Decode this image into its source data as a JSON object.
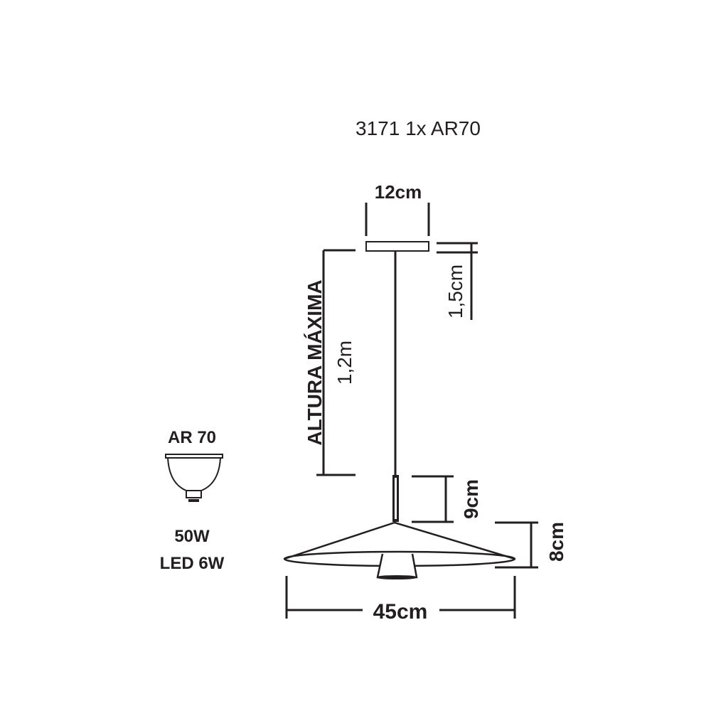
{
  "title": "3171 1x AR70",
  "dimensions": {
    "canopy_width": "12cm",
    "canopy_height": "1,5cm",
    "max_height_label": "ALTURA MÁXIMA",
    "max_height_value": "1,2m",
    "tube_length": "9cm",
    "shade_height": "8cm",
    "shade_diameter": "45cm"
  },
  "bulb": {
    "type": "AR 70",
    "power": "50W",
    "led_power": "LED 6W"
  },
  "colors": {
    "line": "#231f20",
    "background": "#ffffff"
  }
}
